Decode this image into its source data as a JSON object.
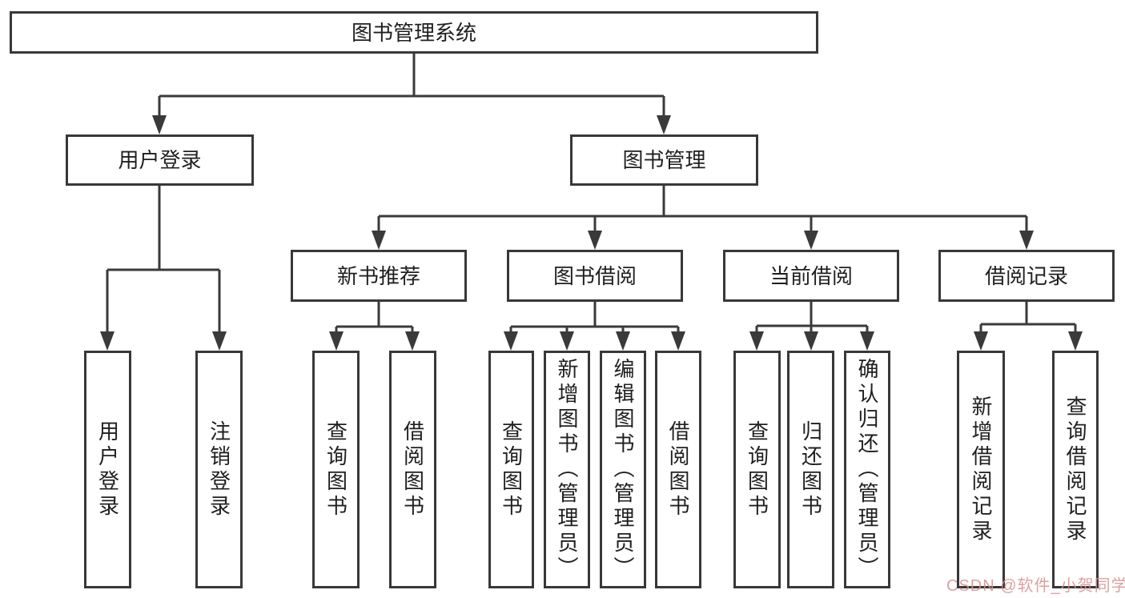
{
  "tree": {
    "root": {
      "label": "图书管理系统",
      "children": [
        {
          "label": "用户登录",
          "children": [
            {
              "label": "用户登录"
            },
            {
              "label": "注销登录"
            }
          ]
        },
        {
          "label": "图书管理",
          "children": [
            {
              "label": "新书推荐",
              "children": [
                {
                  "label": "查询图书"
                },
                {
                  "label": "借阅图书"
                }
              ]
            },
            {
              "label": "图书借阅",
              "children": [
                {
                  "label": "查询图书"
                },
                {
                  "label": "新增图书（管理员）"
                },
                {
                  "label": "编辑图书（管理员）"
                },
                {
                  "label": "借阅图书"
                }
              ]
            },
            {
              "label": "当前借阅",
              "children": [
                {
                  "label": "查询图书"
                },
                {
                  "label": "归还图书"
                },
                {
                  "label": "确认归还（管理员）"
                }
              ]
            },
            {
              "label": "借阅记录",
              "children": [
                {
                  "label": "新增借阅记录"
                },
                {
                  "label": "查询借阅记录"
                }
              ]
            }
          ]
        }
      ]
    }
  },
  "watermark": {
    "text": "CSDN @软件_小贺同学"
  },
  "colors": {
    "line": "#3a3a3a",
    "box_border": "#383838",
    "text": "#1f1f1f",
    "watermark": "#d98f8f",
    "background": "#ffffff"
  }
}
